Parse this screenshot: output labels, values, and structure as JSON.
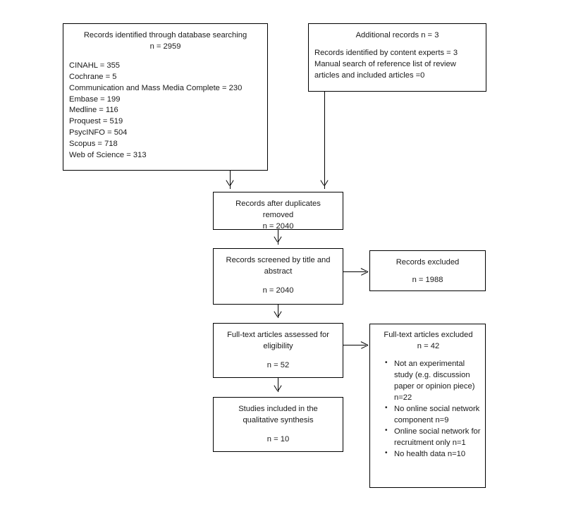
{
  "diagram": {
    "type": "prisma-flow-diagram",
    "boxes": {
      "database_search": {
        "title": "Records identified through database searching",
        "count": "n = 2959",
        "sources": [
          "CINAHL = 355",
          "Cochrane = 5",
          "Communication and Mass Media Complete = 230",
          "Embase = 199",
          "Medline = 116",
          "Proquest = 519",
          "PsycINFO = 504",
          "Scopus = 718",
          "Web of Science = 313"
        ]
      },
      "additional_records": {
        "title": "Additional records n = 3",
        "lines": [
          "Records identified by content experts = 3",
          "Manual search of reference list of review",
          "articles and included articles =0"
        ]
      },
      "duplicates_removed": {
        "line1": "Records after duplicates",
        "line2": "removed",
        "count": "n = 2040"
      },
      "screened": {
        "line1": "Records screened by title and",
        "line2": "abstract",
        "count": "n = 2040"
      },
      "records_excluded": {
        "title": "Records excluded",
        "count": "n = 1988"
      },
      "fulltext_assessed": {
        "line1": "Full-text articles assessed for",
        "line2": "eligibility",
        "count": "n = 52"
      },
      "fulltext_excluded": {
        "title": "Full-text articles excluded",
        "count": "n = 42",
        "reasons": [
          "Not an experimental study (e.g. discussion paper or opinion piece) n=22",
          "No online social network component n=9",
          "Online social network for recruitment only n=1",
          "No health data n=10"
        ]
      },
      "included": {
        "line1": "Studies included in the",
        "line2": "qualitative synthesis",
        "count": "n = 10"
      }
    },
    "colors": {
      "stroke": "#000000",
      "text": "#1a1a1a",
      "background": "#ffffff"
    }
  }
}
